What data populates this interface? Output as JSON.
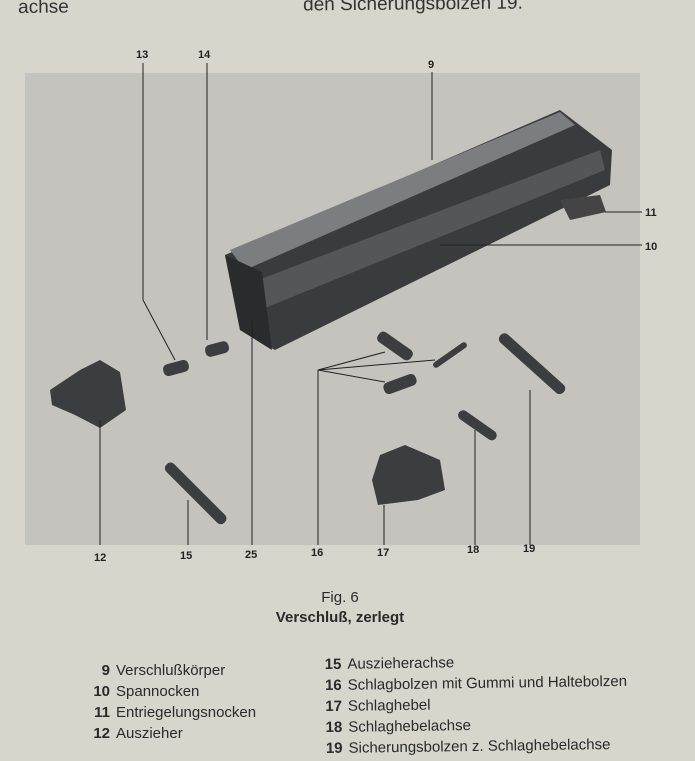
{
  "top_text": {
    "left": "achse",
    "right": "den Sicherungsbolzen 19."
  },
  "figure": {
    "callouts": [
      "9",
      "10",
      "11",
      "12",
      "13",
      "14",
      "15",
      "16",
      "17",
      "18",
      "19",
      "25"
    ],
    "caption_number": "Fig. 6",
    "caption_title": "Verschluß, zerlegt"
  },
  "legend": {
    "left": [
      {
        "num": "9",
        "text": "Verschlußkörper"
      },
      {
        "num": "10",
        "text": "Spannocken"
      },
      {
        "num": "11",
        "text": "Entriegelungsnocken"
      },
      {
        "num": "12",
        "text": "Auszieher"
      }
    ],
    "right": [
      {
        "num": "15",
        "text": "Auszieherachse"
      },
      {
        "num": "16",
        "text": "Schlagbolzen mit Gummi und Haltebolzen"
      },
      {
        "num": "17",
        "text": "Schlaghebel"
      },
      {
        "num": "18",
        "text": "Schlaghebelachse"
      },
      {
        "num": "19",
        "text": "Sicherungsbolzen z. Schlaghebelachse"
      }
    ]
  }
}
